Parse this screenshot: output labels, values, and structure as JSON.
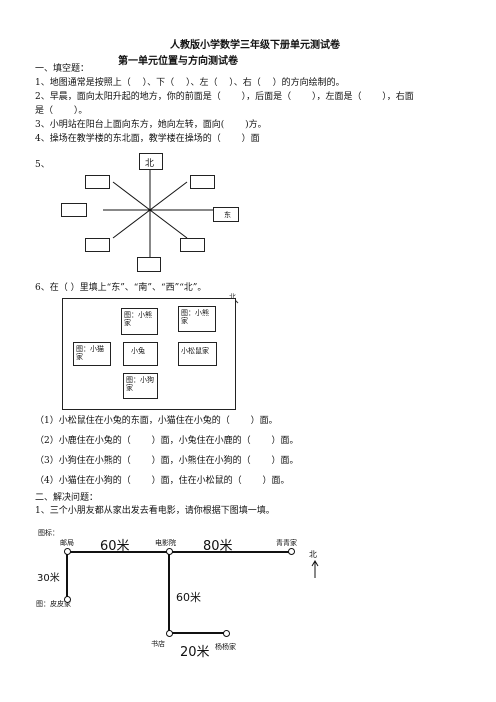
{
  "header": {
    "title": "人教版小学数学三年级下册单元测试卷",
    "subtitle": "第一单元位置与方向测试卷"
  },
  "section1": {
    "heading": "一、填空题：",
    "q1": "1、地图通常是按照上（　 ）、下（　 ）、左（　 ）、右（　 ）的方向绘制的。",
    "q2a": "2、早晨，面向太阳升起的地方，你的前面是（　　 ），后面是（　　 ），左面是（　　 ），右面",
    "q2b": "是（　　 ）。",
    "q3": "3、小明站在阳台上面向东方，她向左转，面向(　　 )方。",
    "q4": "4、操场在教学楼的东北面，教学楼在操场的（　　 ）面",
    "q5": "5、",
    "compass": {
      "north": "北",
      "east": "东"
    },
    "q6": "6、在（ ）里填上“东”、“南”、“西”“北”。",
    "q6_north": "北",
    "houses": {
      "rabbit_top": "图：小熊家",
      "cat_top": "图：小熊家",
      "dog": "图：小猫家",
      "center": "小兔",
      "squirrel": "小松鼠家",
      "deer": "图：小狗家"
    },
    "sub": [
      "（1）小松鼠住在小兔的东面，小猫住在小兔的（　　 ）面。",
      "（2）小鹿住在小兔的（　　 ）面，小兔住在小鹿的（　　 ）面。",
      "（3）小狗住在小熊的（　　 ）面，小熊住在小狗的（　　 ）面。",
      "（4）小猫住在小狗的（　　 ）面，住在小松鼠的（　　 ）面。"
    ]
  },
  "section2": {
    "heading": "二、解决问题：",
    "q1": "1、三个小朋友都从家出发去看电影，请你根据下图填一填。",
    "map": {
      "legend": "图标：",
      "nodes": {
        "post": "邮局",
        "cinema": "电影院",
        "qingqing": "青青家",
        "pipi": "图：皮皮家",
        "bookstore": "书店",
        "yangyang": "杨杨家"
      },
      "distances": {
        "post_cinema": "60米",
        "cinema_qingqing": "80米",
        "post_pipi": "30米",
        "cinema_bookstore": "60米",
        "bookstore_yangyang": "20米"
      },
      "north": "北"
    }
  }
}
